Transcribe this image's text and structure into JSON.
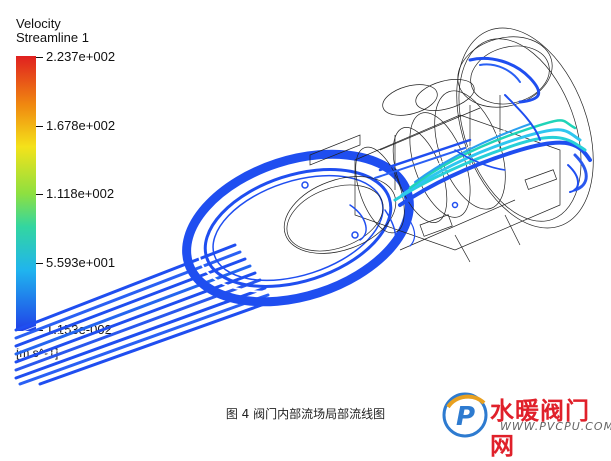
{
  "legend": {
    "title_line1": "Velocity",
    "title_line2": "Streamline 1",
    "ticks": [
      "2.237e+002",
      "1.678e+002",
      "1.118e+002",
      "5.593e+001",
      "1.153e-002"
    ],
    "unit": "[m s^-1]",
    "colors": [
      "#e02020",
      "#f4e21a",
      "#8ee040",
      "#20b4ee",
      "#2040e8"
    ]
  },
  "caption": "图 4  阀门内部流场局部流线图",
  "watermark": {
    "name": "水暖阀门网",
    "url": "WWW.PVCPU.COM",
    "letter": "P"
  }
}
